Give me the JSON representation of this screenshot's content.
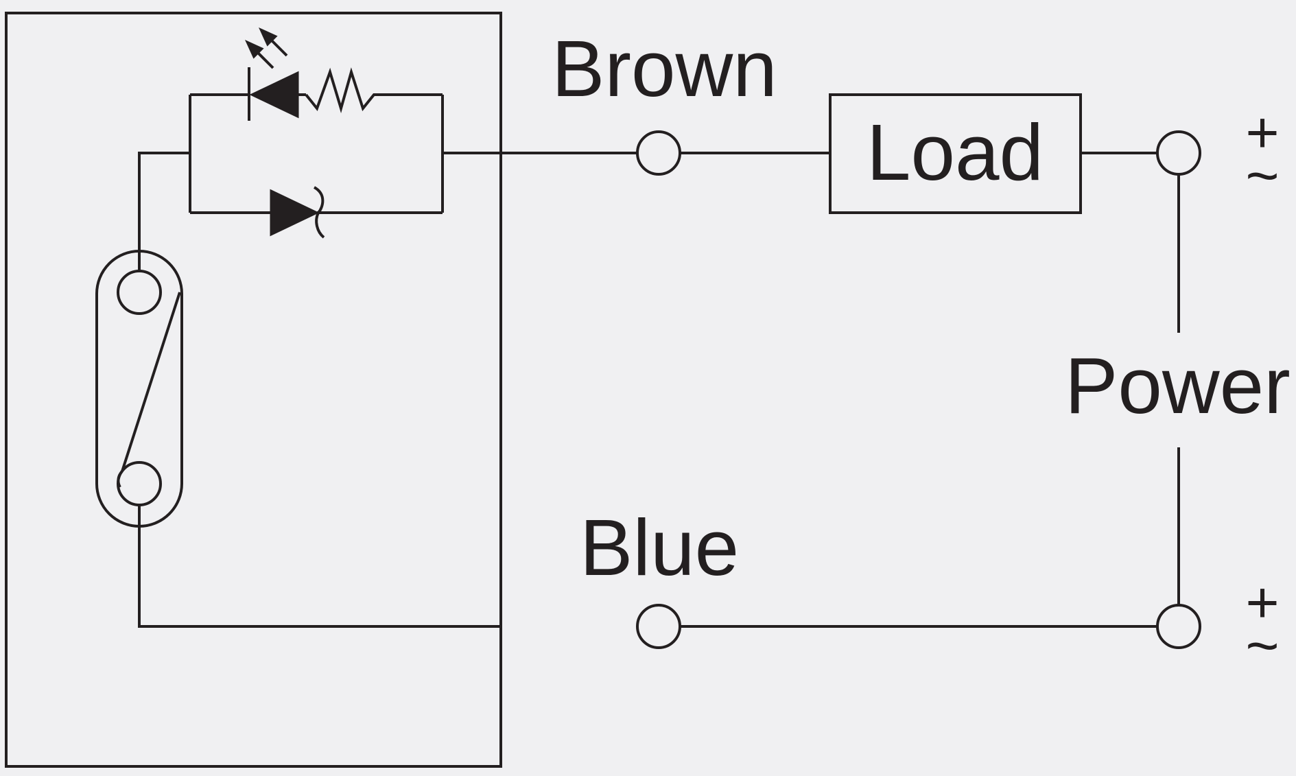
{
  "labels": {
    "brown": "Brown",
    "blue": "Blue",
    "load": "Load",
    "power": "Power",
    "top_polarity": "+",
    "top_ac": "~",
    "bottom_polarity": "+",
    "bottom_ac": "~"
  },
  "colors": {
    "background": "#f0f0f2",
    "line": "#231f20"
  }
}
